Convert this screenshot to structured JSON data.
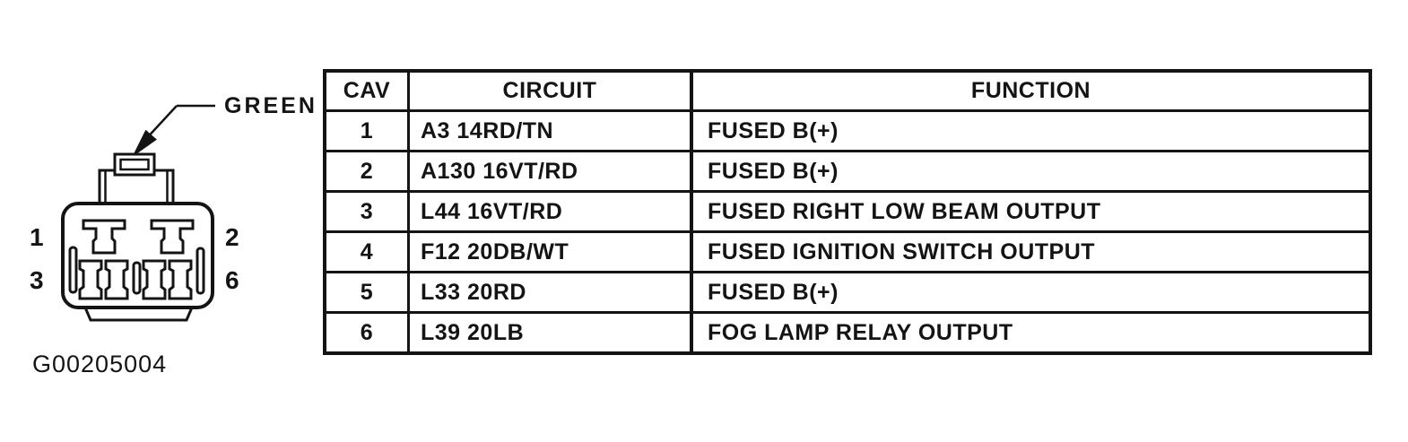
{
  "diagram": {
    "color_label": "GREEN",
    "figure_id": "G00205004",
    "pin_labels": {
      "top_left": "1",
      "top_right": "2",
      "bottom_left": "3",
      "bottom_right": "6"
    }
  },
  "table": {
    "headers": [
      "CAV",
      "CIRCUIT",
      "FUNCTION"
    ],
    "rows": [
      {
        "cav": "1",
        "circuit": "A3 14RD/TN",
        "function": "FUSED B(+)"
      },
      {
        "cav": "2",
        "circuit": "A130 16VT/RD",
        "function": "FUSED B(+)"
      },
      {
        "cav": "3",
        "circuit": "L44 16VT/RD",
        "function": "FUSED RIGHT LOW BEAM OUTPUT"
      },
      {
        "cav": "4",
        "circuit": "F12 20DB/WT",
        "function": "FUSED IGNITION SWITCH OUTPUT"
      },
      {
        "cav": "5",
        "circuit": "L33 20RD",
        "function": "FUSED B(+)"
      },
      {
        "cav": "6",
        "circuit": "L39 20LB",
        "function": "FOG LAMP RELAY OUTPUT"
      }
    ]
  },
  "colors": {
    "ink": "#141414",
    "paper": "#ffffff"
  }
}
